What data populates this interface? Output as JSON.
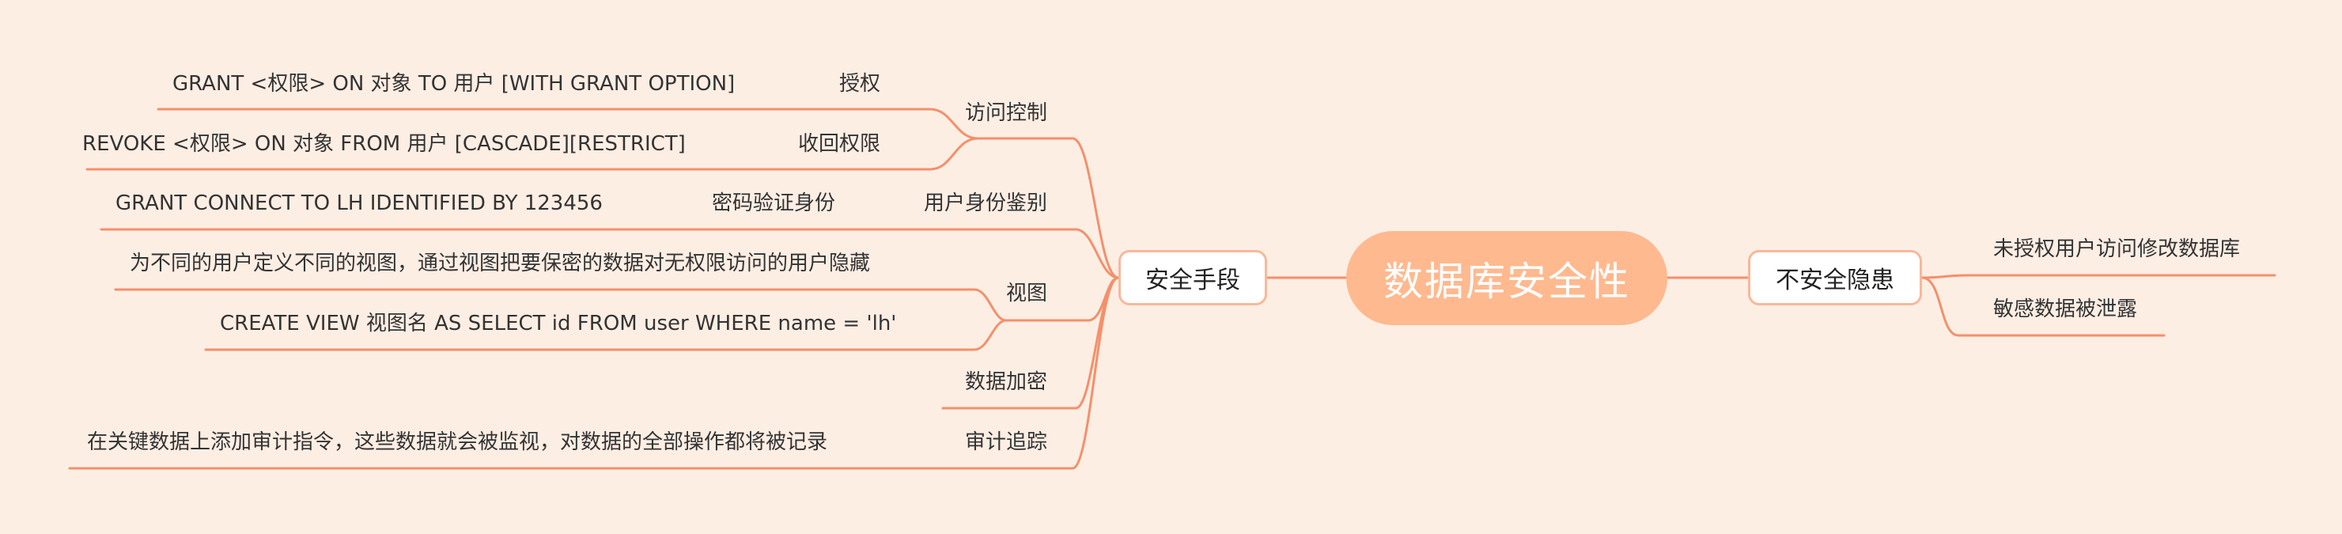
{
  "root": {
    "label": "数据库安全性"
  },
  "branches": {
    "security_measures": {
      "label": "安全手段",
      "children": {
        "access_control": {
          "label": "访问控制",
          "grant": {
            "label": "授权",
            "syntax": "GRANT <权限> ON 对象 TO 用户 [WITH GRANT OPTION]"
          },
          "revoke": {
            "label": "收回权限",
            "syntax": "REVOKE <权限> ON 对象 FROM 用户 [CASCADE][RESTRICT]"
          }
        },
        "authentication": {
          "label": "用户身份鉴别",
          "password": {
            "label": "密码验证身份",
            "syntax": "GRANT CONNECT TO LH IDENTIFIED BY 123456"
          }
        },
        "view": {
          "label": "视图",
          "description": "为不同的用户定义不同的视图，通过视图把要保密的数据对无权限访问的用户隐藏",
          "syntax": "CREATE VIEW 视图名 AS SELECT id FROM user WHERE name = 'lh'"
        },
        "encryption": {
          "label": "数据加密"
        },
        "audit": {
          "label": "审计追踪",
          "description": "在关键数据上添加审计指令，这些数据就会被监视，对数据的全部操作都将被记录"
        }
      }
    },
    "security_risks": {
      "label": "不安全隐患",
      "children": [
        {
          "label": "未授权用户访问修改数据库"
        },
        {
          "label": "敏感数据被泄露"
        }
      ]
    }
  },
  "colors": {
    "background": "#fdeee4",
    "root_fill": "#ffb98f",
    "connector": "#f4906b",
    "node_border": "#f8b89a"
  }
}
